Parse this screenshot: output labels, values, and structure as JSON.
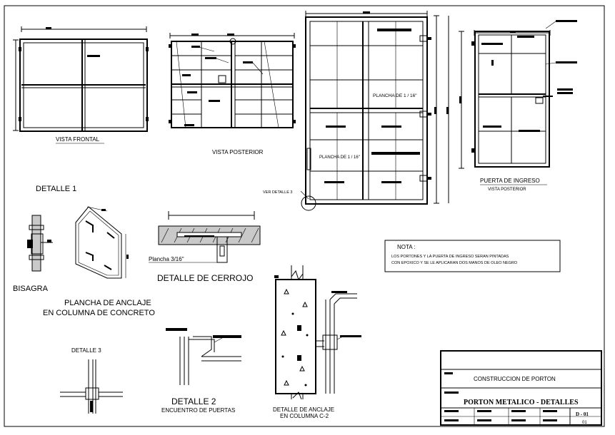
{
  "views": {
    "vista_frontal": "VISTA FRONTAL",
    "vista_posterior": "VISTA POSTERIOR",
    "plancha_1": "PLANCHA DE 1 / 16\"",
    "plancha_2": "PLANCHA DE 1 / 16\"",
    "ver_detalle": "VER DETALLE  3",
    "puerta_ingreso": "PUERTA DE INGRESO",
    "puerta_vista_posterior": "VISTA POSTERIOR"
  },
  "details": {
    "detalle1": "DETALLE  1",
    "bisagra": "BISAGRA",
    "plancha_anclaje_1": "PLANCHA DE ANCLAJE",
    "plancha_anclaje_2": "EN COLUMNA DE CONCRETO",
    "plancha_3_16": "Plancha 3/16\"",
    "detalle_cerrojo": "DETALLE DE CERROJO",
    "detalle3": "DETALLE  3",
    "detalle2": "DETALLE  2",
    "encuentro": "ENCUENTRO DE PUERTAS",
    "anclaje_1": "DETALLE DE ANCLAJE",
    "anclaje_2": "EN COLUMNA C-2"
  },
  "note": {
    "title": "NOTA :",
    "line1": "LOS PORTONES Y LA PUERTA DE INGRESO SERAN PINTADAS",
    "line2": "CON EPOXICO Y SE LE APLICARAN DOS MANOS DE OLEO NEGRO"
  },
  "title_block": {
    "project": "CONSTRUCCION DE PORTON",
    "sheet_title": "PORTON METALICO - DETALLES",
    "sheet_number": "D - 01",
    "sheet_count": "01"
  }
}
